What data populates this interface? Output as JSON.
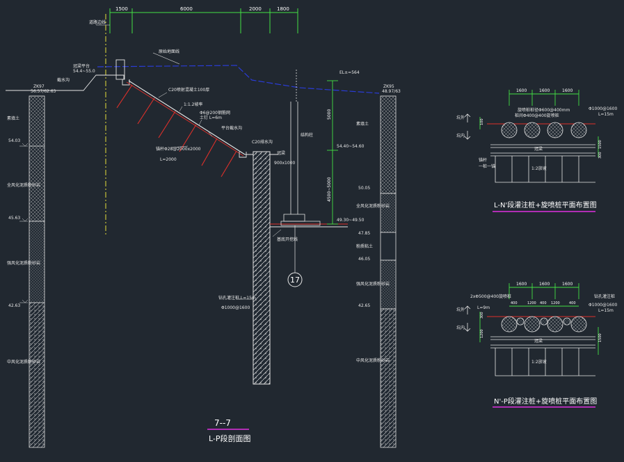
{
  "colors": {
    "background": "#212830",
    "line_white": "#e6e6e6",
    "dimension_green": "#44e044",
    "slope_red": "#e0302a",
    "ground_blue": "#2a3cd8",
    "axis_yellow": "#e8e03a",
    "title_underline": "#e030e0"
  },
  "top_dims": [
    "1500",
    "6000",
    "2000",
    "1800"
  ],
  "left_labels": {
    "road_line": "道路边线",
    "cap_beam": "冠梁平台",
    "top_level": "54.4~55.0",
    "drain": "截水沟",
    "borehole": "ZK97",
    "borehole_elev": "56.57/62.63"
  },
  "left_strata": [
    {
      "name": "素填土",
      "elev": ""
    },
    {
      "name": "",
      "elev": "54.03"
    },
    {
      "name": "全风化泥质粉砂岩",
      "elev": ""
    },
    {
      "name": "",
      "elev": "45.63"
    },
    {
      "name": "强风化泥质粉砂岩",
      "elev": ""
    },
    {
      "name": "",
      "elev": "42.63"
    },
    {
      "name": "中风化泥质粉砂岩",
      "elev": ""
    }
  ],
  "right_strata": [
    {
      "name": "素填土",
      "elev": ""
    },
    {
      "name": "",
      "elev": "50.05"
    },
    {
      "name": "全风化泥质粉砂岩",
      "elev": ""
    },
    {
      "name": "",
      "elev": "47.85"
    },
    {
      "name": "粉质粘土",
      "elev": ""
    },
    {
      "name": "",
      "elev": "46.05"
    },
    {
      "name": "强风化泥质粉砂岩",
      "elev": ""
    },
    {
      "name": "",
      "elev": "42.65"
    },
    {
      "name": "中风化泥质粉砂岩",
      "elev": ""
    }
  ],
  "right_borehole": {
    "id": "ZK95",
    "elev": "48.97/63"
  },
  "section_labels": {
    "ground_line": "原始地面线",
    "mesh": "C20喷射混凝土100厚",
    "slope_ratio": "1:1.2坡率",
    "mesh2": "Φ6@200钢筋网",
    "bolt": "土钉 L=6m",
    "platform": "平台截水沟",
    "anchor": "锚杆Φ28@2000x2000",
    "anchor_len": "L=2000",
    "drain2": "C20排水沟",
    "beam": "冠梁",
    "beam_size": "900x1000",
    "pile": "钻孔灌注桩,L=15m",
    "pile_spec": "Φ1000@1600",
    "excavation": "基底开挖线",
    "col_label": "结构柱",
    "dim_5000": "5000",
    "dim_4500": "4500~5000",
    "top_el": "EL±=564",
    "mid_el": "54.40~54.60",
    "bot_el": "49.30~49.50",
    "pile_no": "17"
  },
  "section_title": {
    "number": "7--7",
    "name": "L-P段剖面图"
  },
  "plan1": {
    "dims": [
      "1600",
      "1600",
      "1600"
    ],
    "side_out": "坑外",
    "side_in": "坑内",
    "label_top": "旋喷桩桩径Φ600@400mm",
    "label_top2": "桩间Φ400@400旋喷桩",
    "pile_note": "Φ1000@1600",
    "pile_len": "L=15m",
    "beam": "冠梁",
    "left_dim": "100",
    "right_dim": "1500",
    "right_dim2": "300",
    "bottom_note": "1:2放坡",
    "bottom_left": "锚杆",
    "bottom_left2": "一桩一锚",
    "title": "L-N'段灌注桩+旋喷桩平面布置图"
  },
  "plan2": {
    "dims": [
      "1600",
      "1600",
      "1600"
    ],
    "sub_dims": [
      "400",
      "1200",
      "400",
      "1200",
      "400"
    ],
    "side_out": "坑外",
    "side_in": "坑内",
    "label_top": "2xΦ500@400旋喷桩",
    "label_top2": "L=9m",
    "pile_note": "Φ1000@1600",
    "pile_len": "L=15m",
    "pile_tag": "钻孔灌注桩",
    "beam": "冠梁",
    "left_dim": "300",
    "left_dim2": "1200",
    "right_dim": "1500",
    "bottom_note": "1:2放坡",
    "title": "N'-P段灌注桩+旋喷桩平面布置图"
  }
}
